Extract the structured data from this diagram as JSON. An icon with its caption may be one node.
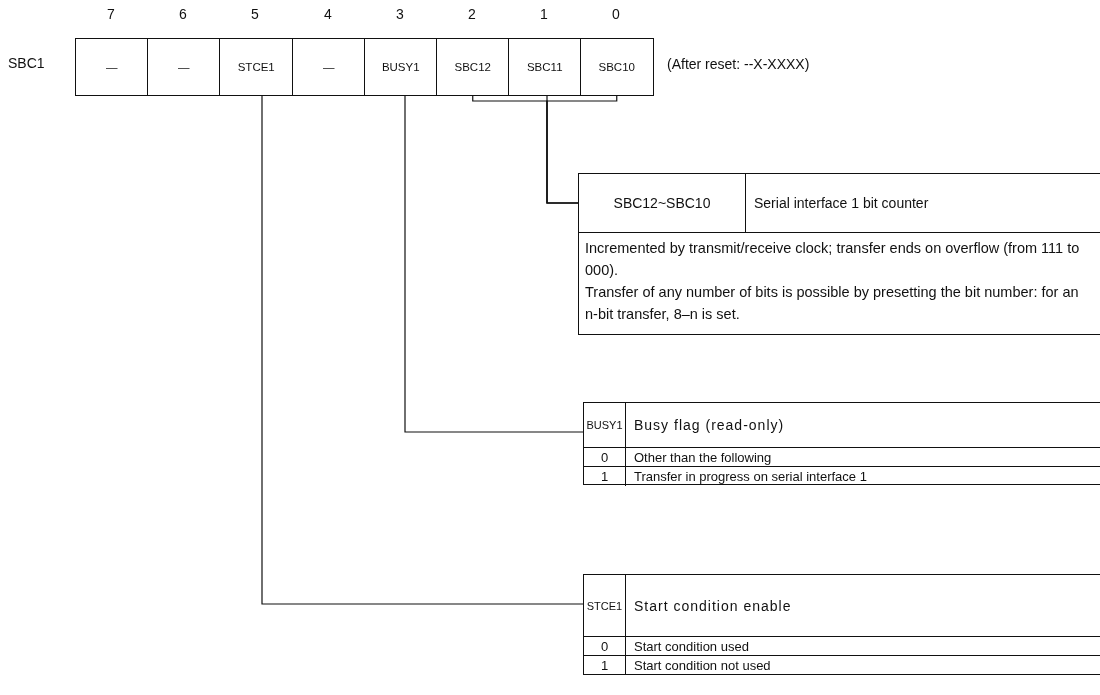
{
  "diagram": {
    "nodes": [
      {
        "text": [
          "—"
        ]
      },
      {
        "text": [
          "—"
        ]
      },
      {
        "text": [
          "STCE1"
        ]
      },
      {
        "text": [
          "—"
        ]
      },
      {
        "text": [
          "BUSY1"
        ]
      },
      {
        "text": [
          "SBC12"
        ]
      },
      {
        "text": [
          "SBC11"
        ]
      },
      {
        "text": [
          "SBC10"
        ]
      },
      {
        "text": [
          "SBC12~SBC10",
          "Serial interface 1 bit counter",
          "Incremented by transmit/receive clock; transfer ends on overflow (from 111 to 000).",
          "Transfer of any number of bits is possible by presetting the bit number: for an n-bit transfer, 8–n is set."
        ]
      },
      {
        "text": [
          "BUSY1",
          "Busy flag (read-only)",
          "0",
          "Other than the following",
          "1",
          "Transfer in progress on serial interface 1"
        ]
      },
      {
        "text": [
          "STCE1",
          "Start condition enable",
          "0",
          "Start condition used",
          "1",
          "Start condition not used"
        ]
      }
    ],
    "edges": [
      {
        "from": 5,
        "to": 8,
        "arrow": "none"
      },
      {
        "from": 6,
        "to": 8,
        "arrow": "none"
      },
      {
        "from": 7,
        "to": 8,
        "arrow": "none"
      },
      {
        "from": 4,
        "to": 9,
        "arrow": "none"
      },
      {
        "from": 2,
        "to": 10,
        "arrow": "none"
      }
    ],
    "labels": [
      "7",
      "6",
      "5",
      "4",
      "3",
      "2",
      "1",
      "0",
      "SBC1",
      "(After reset: --X-XXXX)"
    ]
  }
}
